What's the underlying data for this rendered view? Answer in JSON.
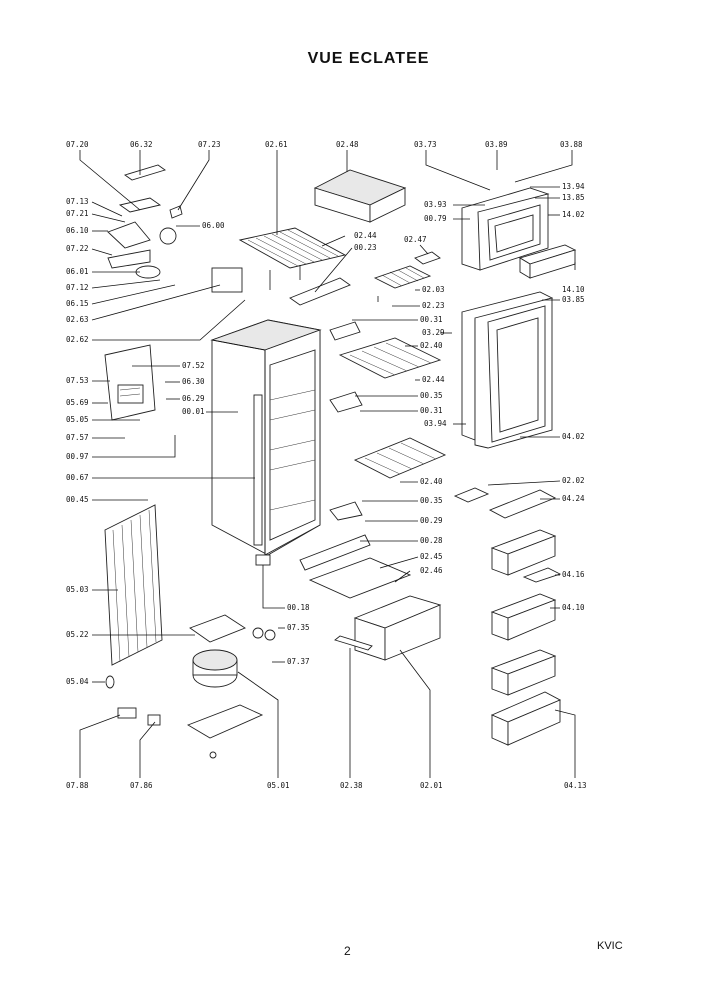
{
  "title": "VUE ECLATEE",
  "page_number": "2",
  "doc_code": "KVIC",
  "labels": [
    "07.20",
    "06.32",
    "07.23",
    "02.61",
    "02.48",
    "03.73",
    "03.89",
    "03.88",
    "07.13",
    "07.21",
    "06.10",
    "07.22",
    "06.01",
    "07.12",
    "06.15",
    "02.63",
    "02.62",
    "06.00",
    "02.44",
    "00.23",
    "02.47",
    "02.03",
    "02.23",
    "00.31",
    "03.29",
    "02.40",
    "13.94",
    "13.85",
    "03.93",
    "00.79",
    "14.02",
    "14.10",
    "03.85",
    "07.52",
    "07.53",
    "06.30",
    "05.69",
    "06.29",
    "05.05",
    "00.01",
    "07.57",
    "00.97",
    "02.44",
    "00.35",
    "00.31",
    "03.94",
    "04.02",
    "00.67",
    "02.40",
    "02.02",
    "00.45",
    "00.35",
    "04.24",
    "00.29",
    "00.28",
    "02.45",
    "02.46",
    "04.16",
    "05.03",
    "00.18",
    "04.10",
    "05.22",
    "07.35",
    "07.37",
    "05.04",
    "07.88",
    "07.86",
    "05.01",
    "02.38",
    "02.01",
    "04.13"
  ]
}
